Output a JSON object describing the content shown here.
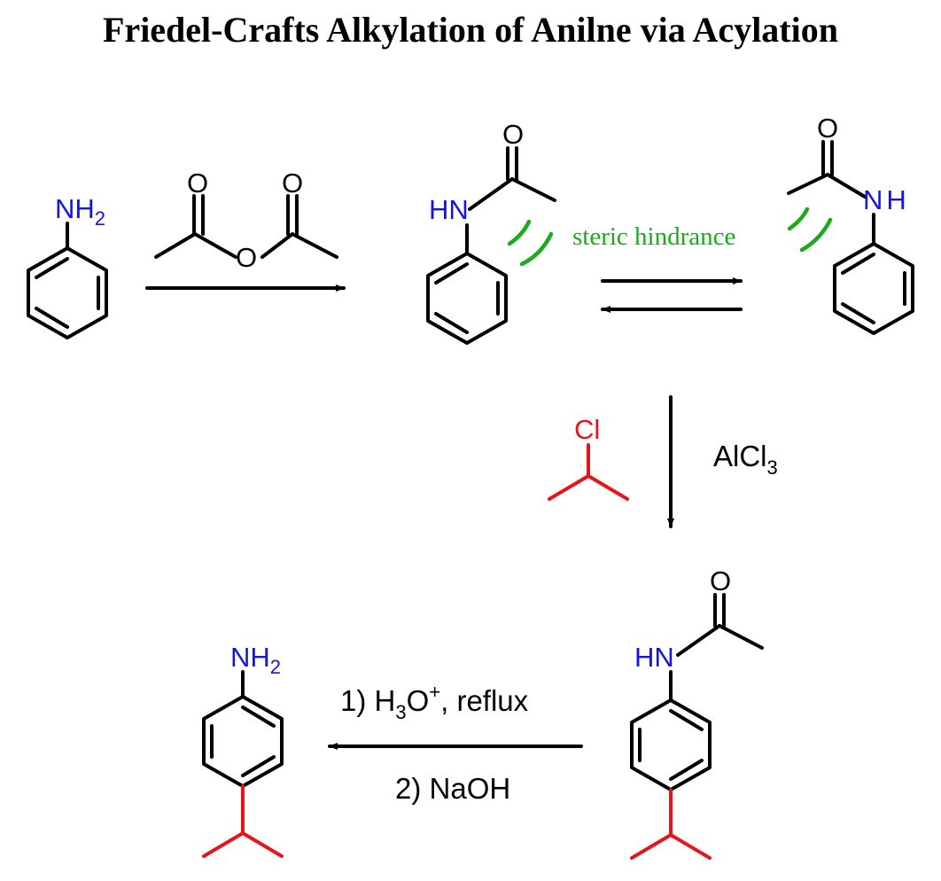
{
  "title": "Friedel-Crafts Alkylation of Anilne via Acylation",
  "atoms": {
    "nh": "NH",
    "hn": "HN",
    "n": "N",
    "h": "H",
    "sub2": "2",
    "o": "O",
    "cl": "Cl"
  },
  "steric_note": "steric hindrance",
  "reagents": {
    "lewis_acid": "AlCl",
    "lewis_acid_sub": "3",
    "hydrolysis_step1_prefix": "1) H",
    "hydrolysis_step1_sub": "3",
    "hydrolysis_step1_o": "O",
    "hydrolysis_step1_sup": "+",
    "hydrolysis_step1_suffix": ", reflux",
    "hydrolysis_step2": "2) NaOH"
  },
  "colors": {
    "nitrogen": "#1414e6",
    "oxygen": "#000000",
    "halide_group": "#e8141c",
    "steric_marker": "#1aaa1a"
  }
}
